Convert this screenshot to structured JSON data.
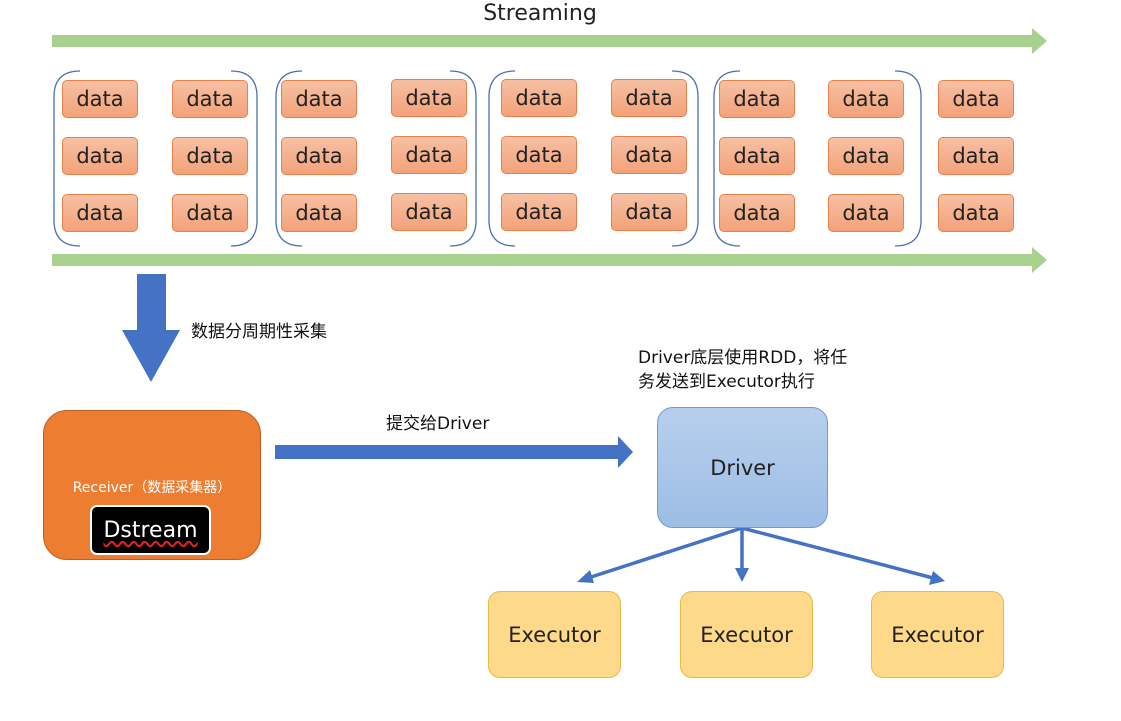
{
  "streaming_title": "Streaming",
  "data_label": "data",
  "collect_label": "数据分周期性采集",
  "submit_label": "提交给Driver",
  "driver_note_line1": "Driver底层使用RDD，将任",
  "driver_note_line2": "务发送到Executor执行",
  "receiver_label": "Receiver（数据采集器）",
  "dstream_label": "Dstream",
  "driver_label": "Driver",
  "executors": [
    "Executor",
    "Executor",
    "Executor"
  ],
  "colors": {
    "stream_arrow": "#a9d18e",
    "flow_arrow": "#4472c4",
    "data_fill": "#f4b183",
    "receiver": "#ed7d31",
    "driver": "#9dc3e6",
    "executor": "#ffd98a",
    "bracket": "#4a6fb3"
  }
}
